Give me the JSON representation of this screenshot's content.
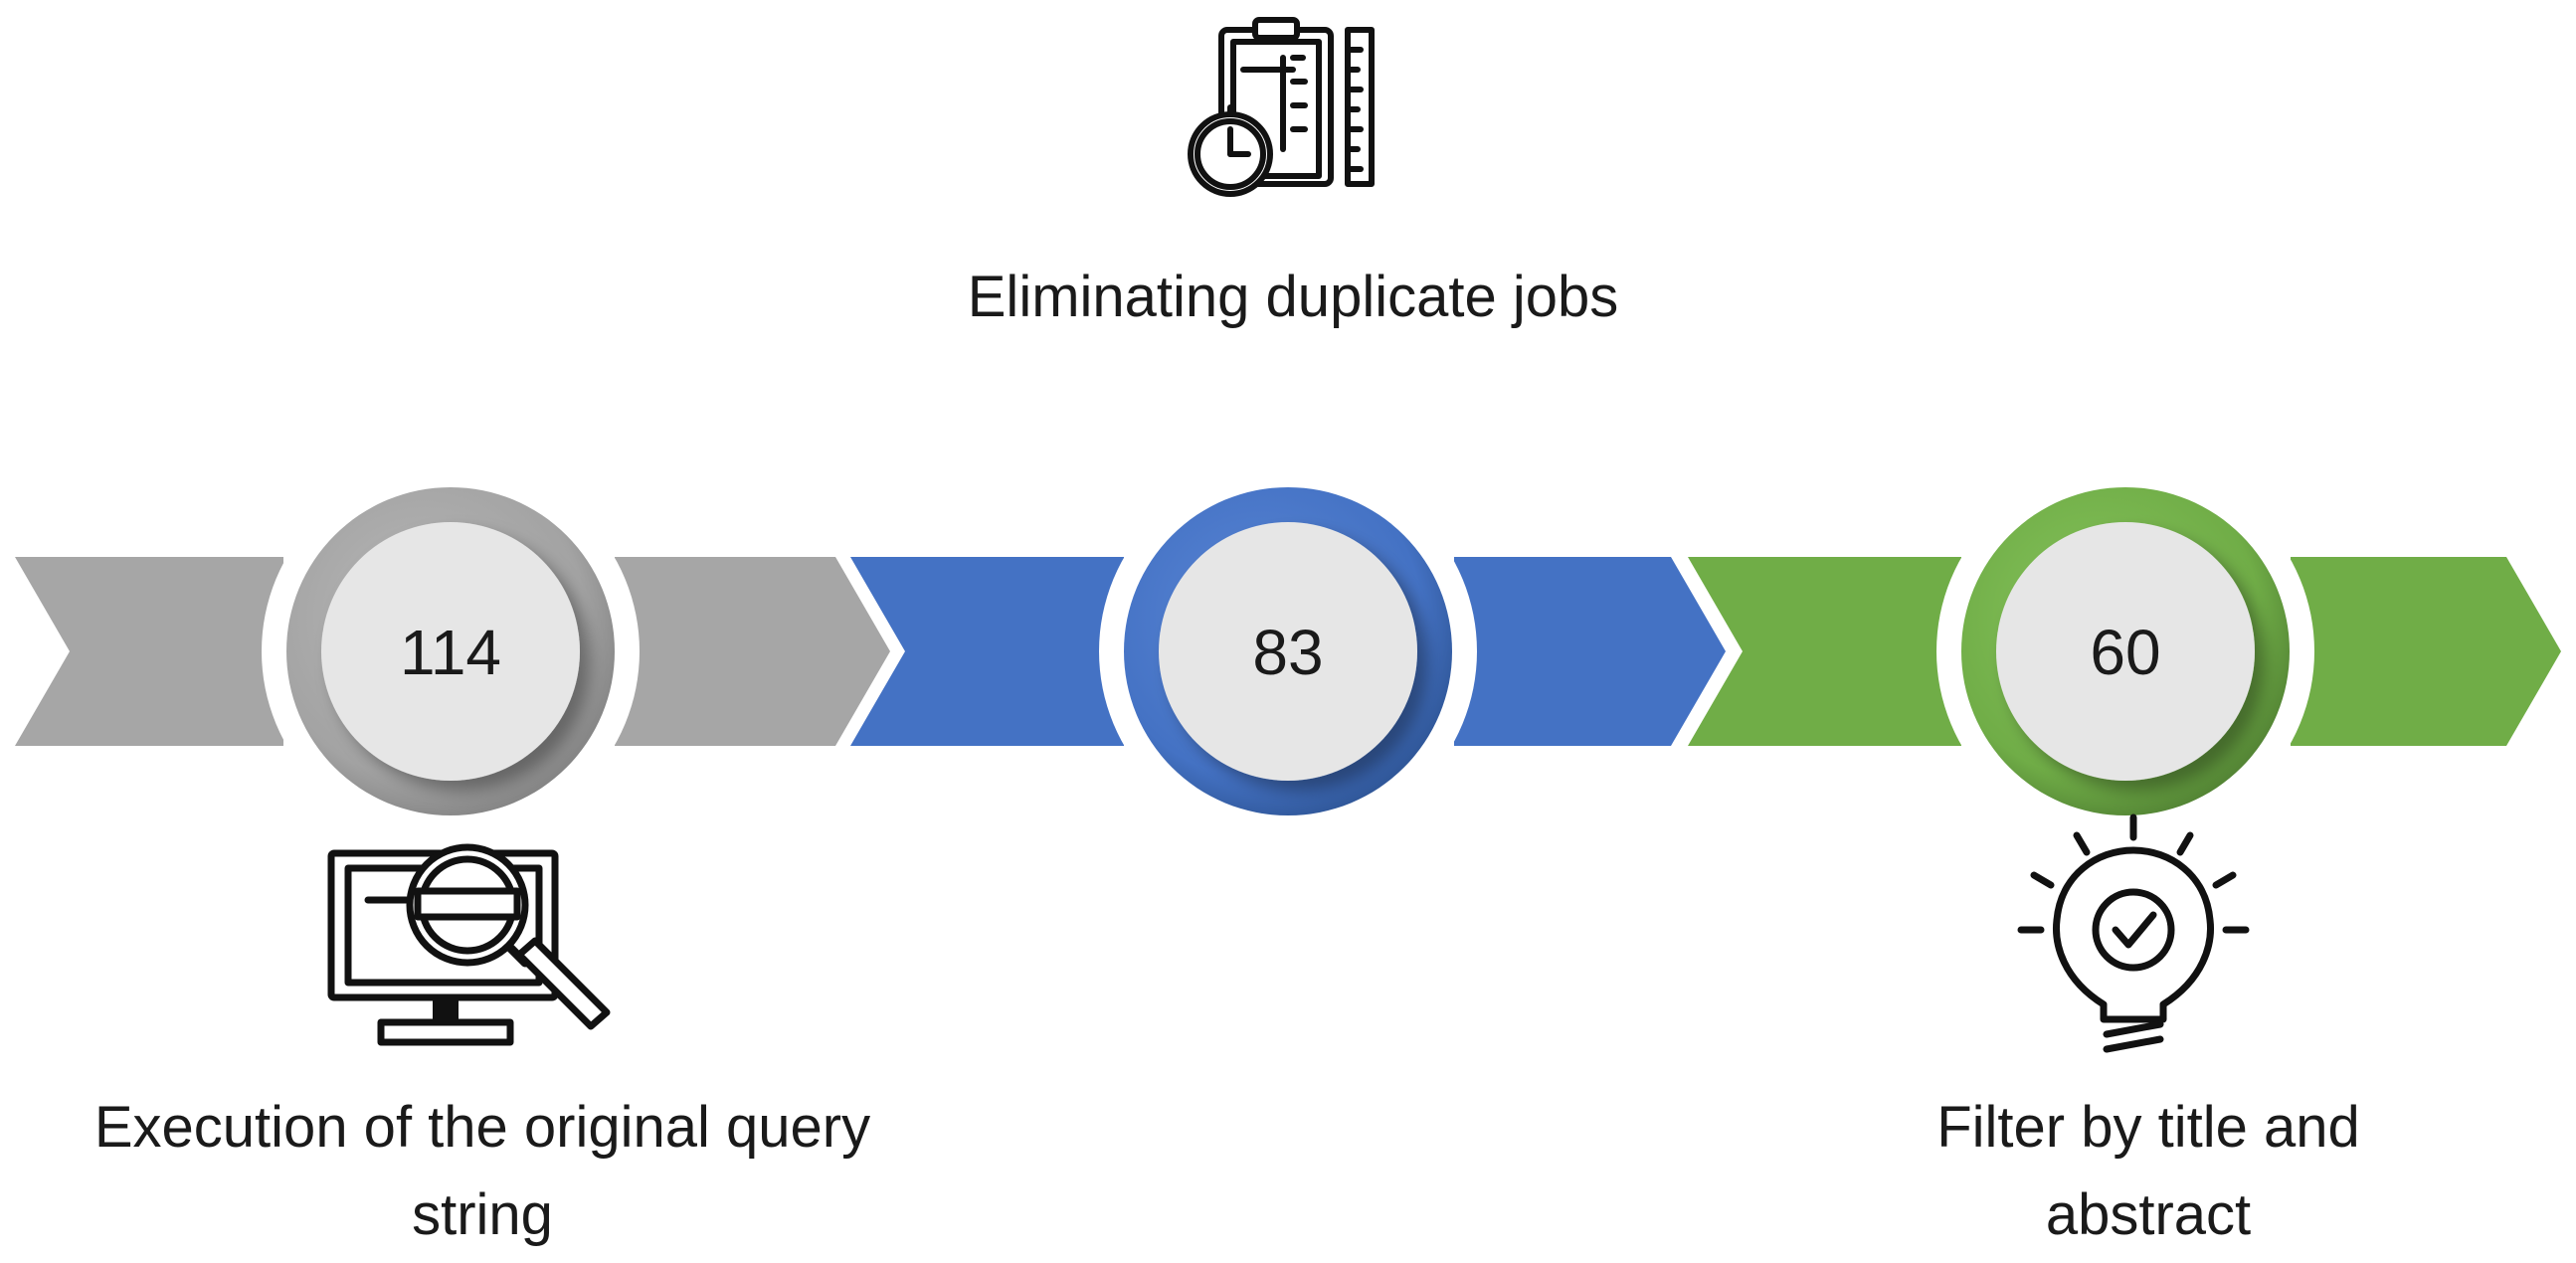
{
  "stages": [
    {
      "value": "114",
      "label": "Execution of the original query string",
      "color": "#a6a6a6",
      "ring_dark": "#8c8c8c",
      "icon": "monitor-search-icon"
    },
    {
      "value": "83",
      "label": "Eliminating duplicate jobs",
      "color": "#4472c4",
      "ring_dark": "#2f5597",
      "icon": "clipboard-timer-icon"
    },
    {
      "value": "60",
      "label": "Filter by title and abstract",
      "color": "#70ad47",
      "ring_dark": "#548235",
      "icon": "lightbulb-check-icon"
    }
  ],
  "circle_fill": "#e6e6e6"
}
